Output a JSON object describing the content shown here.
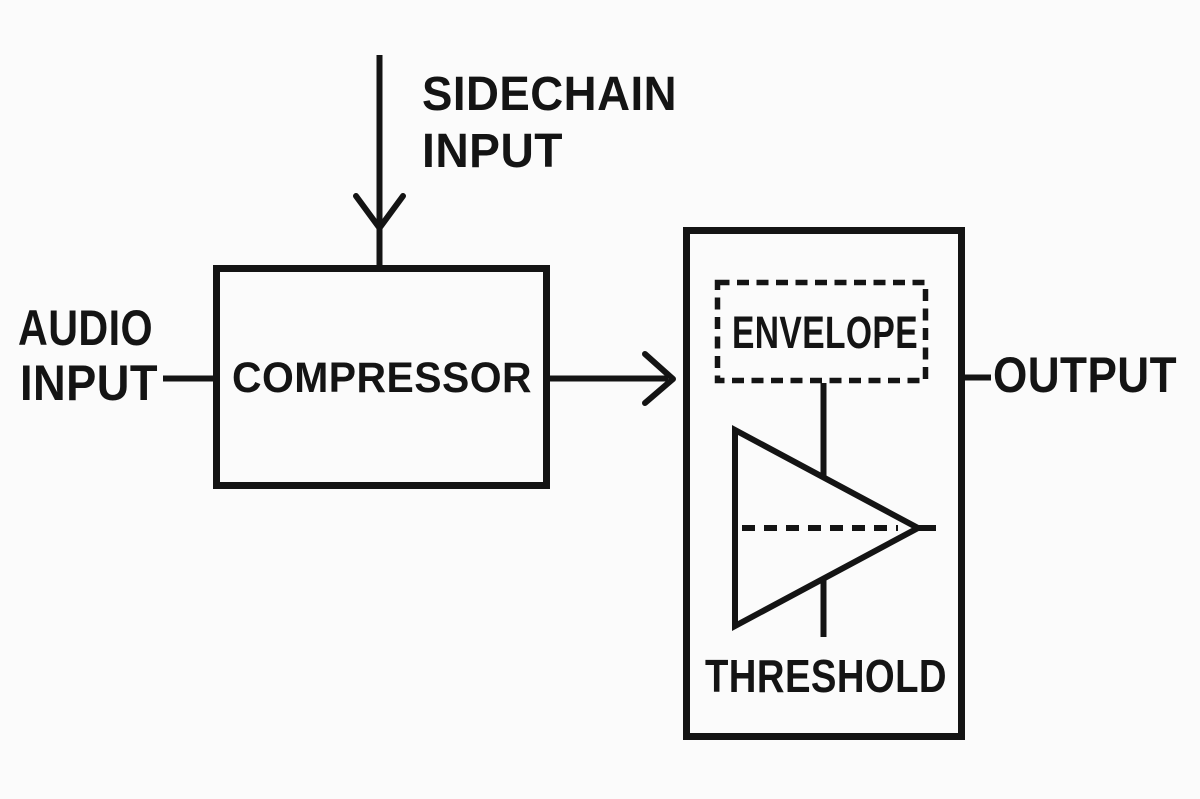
{
  "diagram": {
    "kind": "audio-compressor-sidechain-block-diagram",
    "labels": {
      "sidechain_input": {
        "line1": "SIDECHAIN",
        "line2": "INPUT"
      },
      "audio_input": {
        "line1": "AUDIO",
        "line2": "INPUT"
      },
      "compressor": "COMPRESSOR",
      "envelope": "ENVELOPE",
      "threshold": "THRESHOLD",
      "output": "OUTPUT"
    },
    "colors": {
      "ink": "#141414",
      "background": "#fbfbfb"
    }
  }
}
